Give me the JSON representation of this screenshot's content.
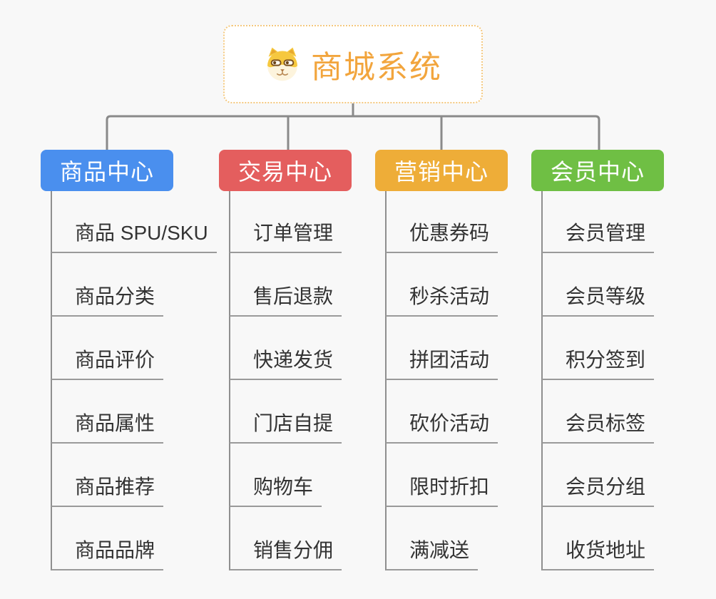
{
  "root": {
    "label": "商城系统",
    "icon": "dog-face-icon",
    "accent_color": "#f2a53d",
    "border_color": "#f4c87e"
  },
  "connector_color": "#8a8a8a",
  "leaf_line_color": "#9a9a9a",
  "branches": [
    {
      "label": "商品中心",
      "color": "#4a8fee",
      "children": [
        "商品 SPU/SKU",
        "商品分类",
        "商品评价",
        "商品属性",
        "商品推荐",
        "商品品牌"
      ]
    },
    {
      "label": "交易中心",
      "color": "#e45e5e",
      "children": [
        "订单管理",
        "售后退款",
        "快递发货",
        "门店自提",
        "购物车",
        "销售分佣"
      ]
    },
    {
      "label": "营销中心",
      "color": "#eead38",
      "children": [
        "优惠券码",
        "秒杀活动",
        "拼团活动",
        "砍价活动",
        "限时折扣",
        "满减送"
      ]
    },
    {
      "label": "会员中心",
      "color": "#6fbf44",
      "children": [
        "会员管理",
        "会员等级",
        "积分签到",
        "会员标签",
        "会员分组",
        "收货地址"
      ]
    }
  ]
}
